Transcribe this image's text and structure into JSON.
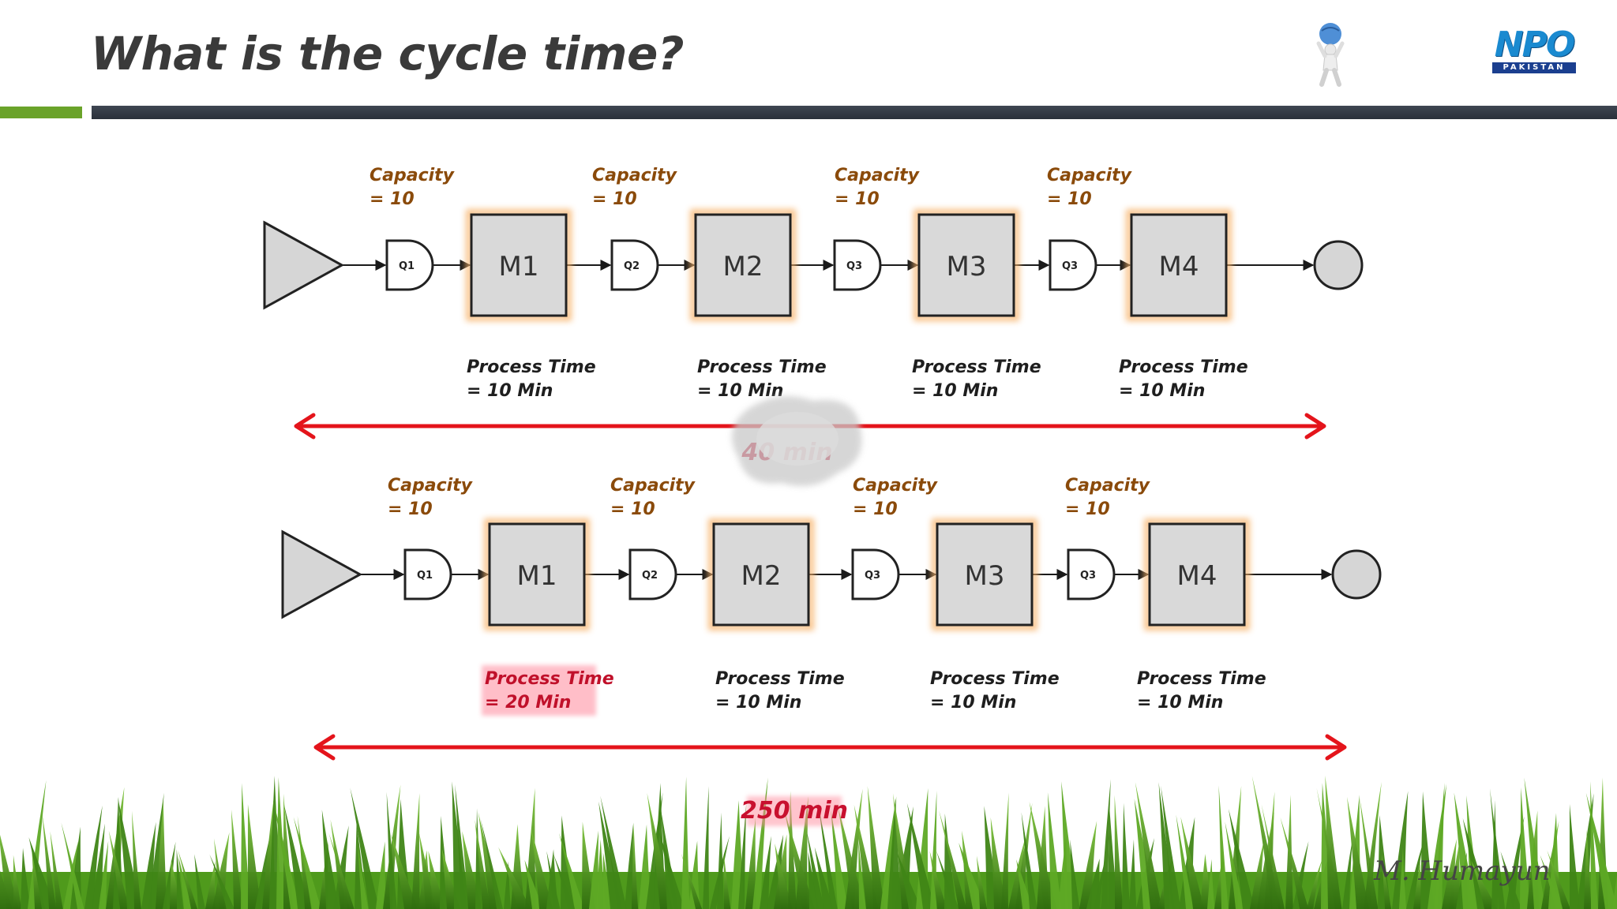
{
  "title": "What is the cycle time?",
  "logo": {
    "main": "NPO",
    "sub": "PAKISTAN"
  },
  "colors": {
    "capacity_label": "#8a4a0a",
    "arrow_red": "#e4141b",
    "flow_glow": "#9ee6f5",
    "machine_fill": "#d9d9d9",
    "machine_glow": "#f7b36b",
    "grass": "#4f9a1c"
  },
  "icons": {
    "mascot": "person-carrying-globe-icon",
    "source": "triangle-source-icon",
    "sink": "circle-sink-icon"
  },
  "lines": [
    {
      "total": "40 min",
      "queues": [
        {
          "label": "Q1",
          "capacity_line1": "Capacity",
          "capacity_line2": "= 10"
        },
        {
          "label": "Q2",
          "capacity_line1": "Capacity",
          "capacity_line2": "= 10"
        },
        {
          "label": "Q3",
          "capacity_line1": "Capacity",
          "capacity_line2": "= 10"
        },
        {
          "label": "Q3",
          "capacity_line1": "Capacity",
          "capacity_line2": "= 10"
        }
      ],
      "machines": [
        {
          "label": "M1",
          "pt_line1": "Process Time",
          "pt_line2": "= 10 Min",
          "highlight": false
        },
        {
          "label": "M2",
          "pt_line1": "Process Time",
          "pt_line2": "= 10 Min",
          "highlight": false
        },
        {
          "label": "M3",
          "pt_line1": "Process Time",
          "pt_line2": "= 10 Min",
          "highlight": false
        },
        {
          "label": "M4",
          "pt_line1": "Process Time",
          "pt_line2": "= 10 Min",
          "highlight": false
        }
      ]
    },
    {
      "total": "250 min",
      "queues": [
        {
          "label": "Q1",
          "capacity_line1": "Capacity",
          "capacity_line2": "= 10"
        },
        {
          "label": "Q2",
          "capacity_line1": "Capacity",
          "capacity_line2": "= 10"
        },
        {
          "label": "Q3",
          "capacity_line1": "Capacity",
          "capacity_line2": "= 10"
        },
        {
          "label": "Q3",
          "capacity_line1": "Capacity",
          "capacity_line2": "= 10"
        }
      ],
      "machines": [
        {
          "label": "M1",
          "pt_line1": "Process Time",
          "pt_line2": "= 20 Min",
          "highlight": true
        },
        {
          "label": "M2",
          "pt_line1": "Process Time",
          "pt_line2": "= 10 Min",
          "highlight": false
        },
        {
          "label": "M3",
          "pt_line1": "Process Time",
          "pt_line2": "= 10 Min",
          "highlight": false
        },
        {
          "label": "M4",
          "pt_line1": "Process Time",
          "pt_line2": "= 10 Min",
          "highlight": false
        }
      ]
    }
  ]
}
